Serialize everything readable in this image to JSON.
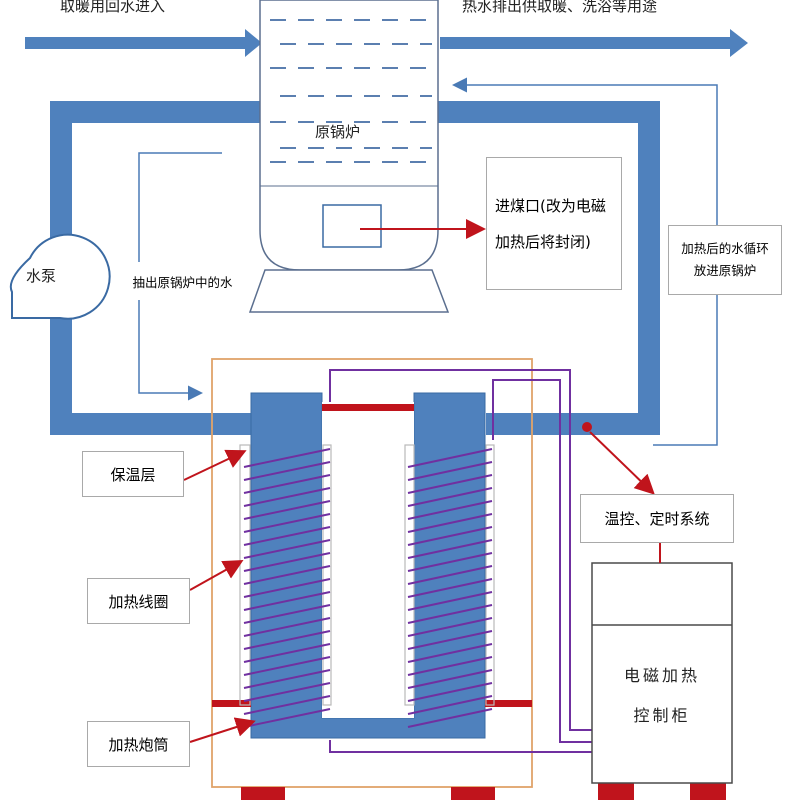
{
  "top": {
    "inlet_text": "取暖用回水进入",
    "outlet_text": "热水排出供取暖、洗浴等用途"
  },
  "boiler": {
    "label": "原锅炉"
  },
  "labels": {
    "coal_inlet": "进煤口(改为电磁加热后将封闭)",
    "pump": "水泵",
    "extract": "抽出原锅炉中的水",
    "return": "加热后的水循环放进原锅炉",
    "insulation": "保温层",
    "coil": "加热线圈",
    "drum": "加热炮筒",
    "control_system": "温控、定时系统",
    "cabinet": "电磁加热控制柜"
  },
  "colors": {
    "pipe": "#4f81bd",
    "pipe_dark": "#3a6aa3",
    "dash": "#5b7fb0",
    "red": "#c0141c",
    "purple": "#7030a0",
    "orange": "#e0a36a",
    "wire": "#4a7ab5"
  }
}
